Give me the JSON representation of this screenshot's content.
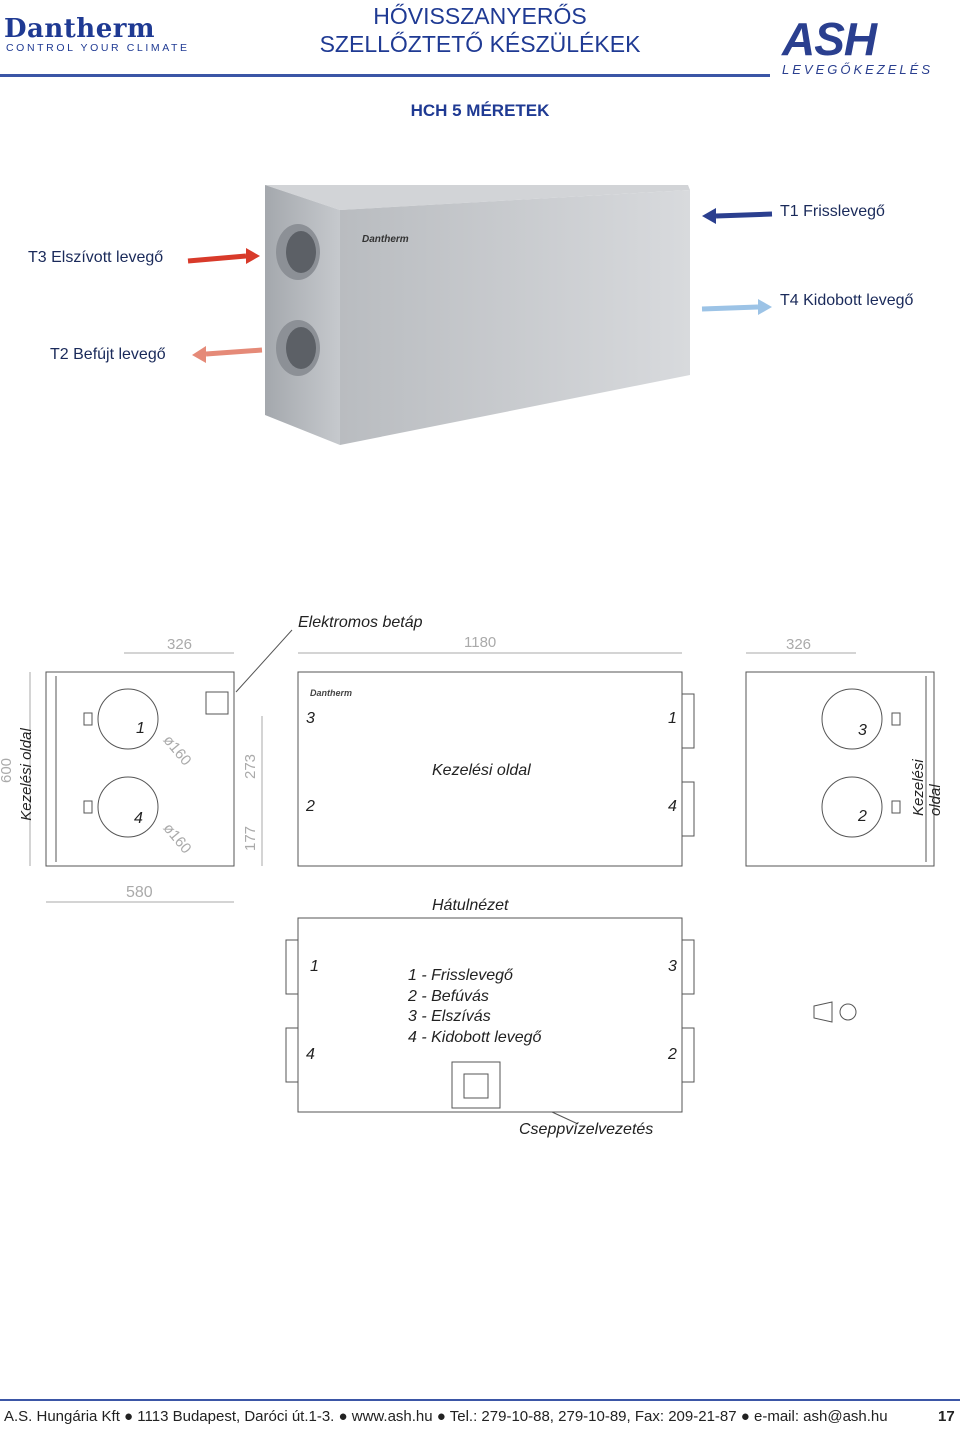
{
  "header": {
    "title_line1": "HŐVISSZANYERŐS",
    "title_line2": "SZELLŐZTETŐ KÉSZÜLÉKEK",
    "brand_left": "Dantherm",
    "brand_left_tagline": "CONTROL YOUR CLIMATE",
    "brand_right": "ASH",
    "brand_right_tagline": "LEVEGŐKEZELÉS"
  },
  "subtitle": "HCH 5 MÉRETEK",
  "photo": {
    "labels": {
      "t1": "T1 Frisslevegő",
      "t3": "T3 Elszívott levegő",
      "t4": "T4 Kidobott levegő",
      "t2": "T2 Befújt levegő"
    },
    "unit_brand": "Dantherm",
    "arrow_colors": {
      "t1": "#2b3f8f",
      "t3": "#d83a2a",
      "t4": "#9cc3e6",
      "t2": "#e58a78"
    }
  },
  "drawing": {
    "elektromos": "Elektromos betáp",
    "dim_326_left": "326",
    "dim_1180": "1180",
    "dim_326_right": "326",
    "dim_600": "600",
    "dim_273": "273",
    "dim_177": "177",
    "dim_580": "580",
    "dia_1": "ø160",
    "dia_2": "ø160",
    "kezelesi_left": "Kezelési oldal",
    "kezelesi_right": "Kezelési oldal",
    "kezelesi_center": "Kezelési oldal",
    "front_brand": "Dantherm",
    "hatulnezet": "Hátulnézet",
    "cseppviz": "Cseppvízelvezetés",
    "left_numbers": [
      "1",
      "4"
    ],
    "front_numbers": [
      "3",
      "2",
      "1",
      "4"
    ],
    "right_numbers": [
      "3",
      "2"
    ],
    "back_numbers": [
      "1",
      "4",
      "3",
      "2"
    ],
    "legend": [
      "1 - Frisslevegő",
      "2 - Befúvás",
      "3 - Elszívás",
      "4 - Kidobott levegő"
    ]
  },
  "footer": {
    "text": "A.S. Hungária Kft ● 1113 Budapest, Daróci út.1-3. ● www.ash.hu ● Tel.: 279-10-88, 279-10-89, Fax: 209-21-87 ● e-mail: ash@ash.hu",
    "page": "17"
  }
}
